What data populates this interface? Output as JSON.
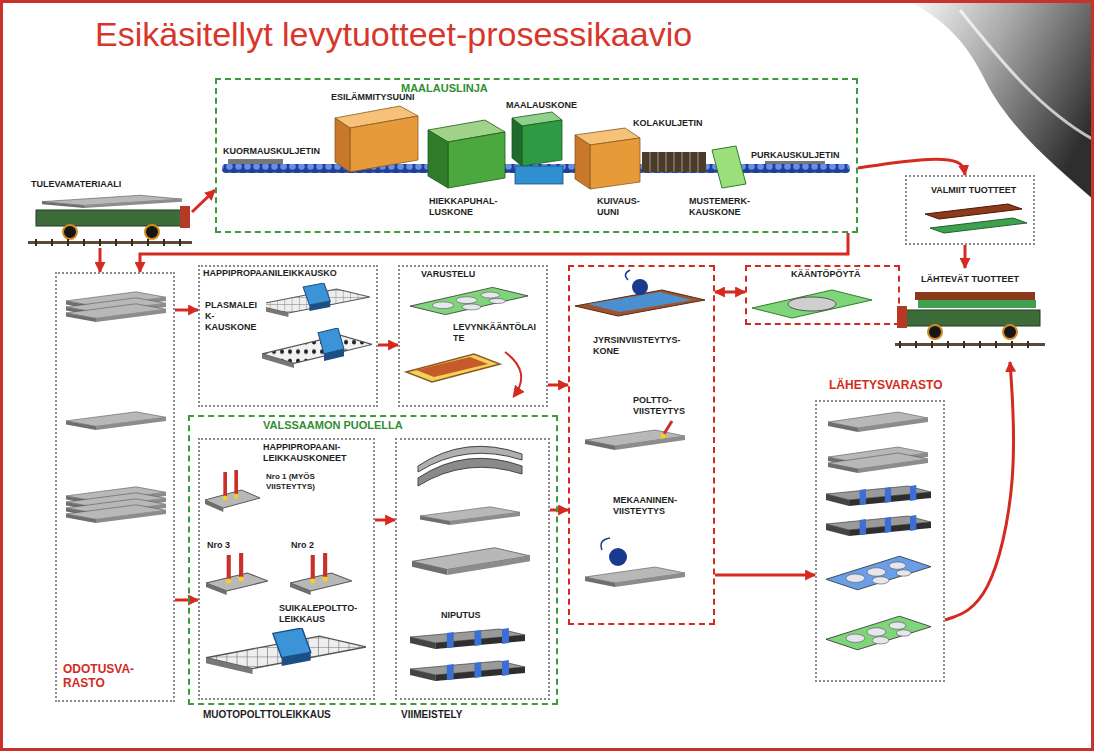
{
  "diagram": {
    "title": "Esikäsitellyt levytuotteet-prosessikaavio",
    "nodes": [
      {
        "text": [
          "MAALAUSLINJA",
          "KUORMAUSKULJETIN",
          "ESILÄMMITYSUUNI",
          "MAALAUSKONE",
          "KOLAKULJETIN",
          "HIEKKAPUHAL- LUSKONE",
          "KUIVAUS- UUNI",
          "MUSTEMERK- KAUSKONE",
          "PURKAUSKULJETIN"
        ]
      },
      {
        "text": [
          "TULEVAMATERIAALI"
        ]
      },
      {
        "text": [
          "ODOTUSVA- RASTO"
        ]
      },
      {
        "text": [
          "HAPPIPROPAANILEIKKAUSKO",
          "PLASMALEI K- KAUSKONE"
        ]
      },
      {
        "text": [
          "VARUSTELU",
          "LEVYNKÄÄNTÖLAI TE"
        ]
      },
      {
        "text": [
          "VALSSAAMON PUOLELLA"
        ]
      },
      {
        "text": [
          "HAPPIPROPAANI- LEIKKAUSKONEET",
          "Nro 1 (MYÖS VIISTEYTYS)",
          "Nro 3",
          "Nro 2",
          "SUIKALEPOLTTO- LEIKKAUS",
          "MUOTOPOLTTOLEIKKAUS"
        ],
        "in": 5
      },
      {
        "text": [
          "NIPUTUS",
          "VIIMEISTELY"
        ],
        "in": 5
      },
      {
        "text": [
          "JYRSINVIISTEYTYS- KONE",
          "POLTTO- VIISTEYTYS",
          "MEKAANINEN- VIISTEYTYS"
        ]
      },
      {
        "text": [
          "KÄÄNTÖPÖYTÄ"
        ]
      },
      {
        "text": [
          "VALMIIT TUOTTEET"
        ]
      },
      {
        "text": [
          "LÄHTEVÄT TUOTTEET"
        ]
      },
      {
        "text": [
          "LÄHETYSVARASTO"
        ]
      }
    ],
    "edges": [
      {
        "from": 1,
        "to": 0,
        "arrow": "to"
      },
      {
        "from": 1,
        "to": 2,
        "arrow": "to"
      },
      {
        "from": 0,
        "to": 2,
        "arrow": "to"
      },
      {
        "from": 0,
        "to": 10,
        "arrow": "to"
      },
      {
        "from": 2,
        "to": 3,
        "arrow": "to"
      },
      {
        "from": 2,
        "to": 6,
        "arrow": "to"
      },
      {
        "from": 3,
        "to": 4,
        "arrow": "to"
      },
      {
        "from": 4,
        "to": 8,
        "arrow": "to"
      },
      {
        "from": 6,
        "to": 7,
        "arrow": "to"
      },
      {
        "from": 7,
        "to": 8,
        "arrow": "to"
      },
      {
        "from": 8,
        "to": 9,
        "arrow": "both"
      },
      {
        "from": 8,
        "to": 12,
        "arrow": "to"
      },
      {
        "from": 10,
        "to": 11,
        "arrow": "to"
      },
      {
        "from": 12,
        "to": 11,
        "arrow": "to"
      }
    ]
  }
}
